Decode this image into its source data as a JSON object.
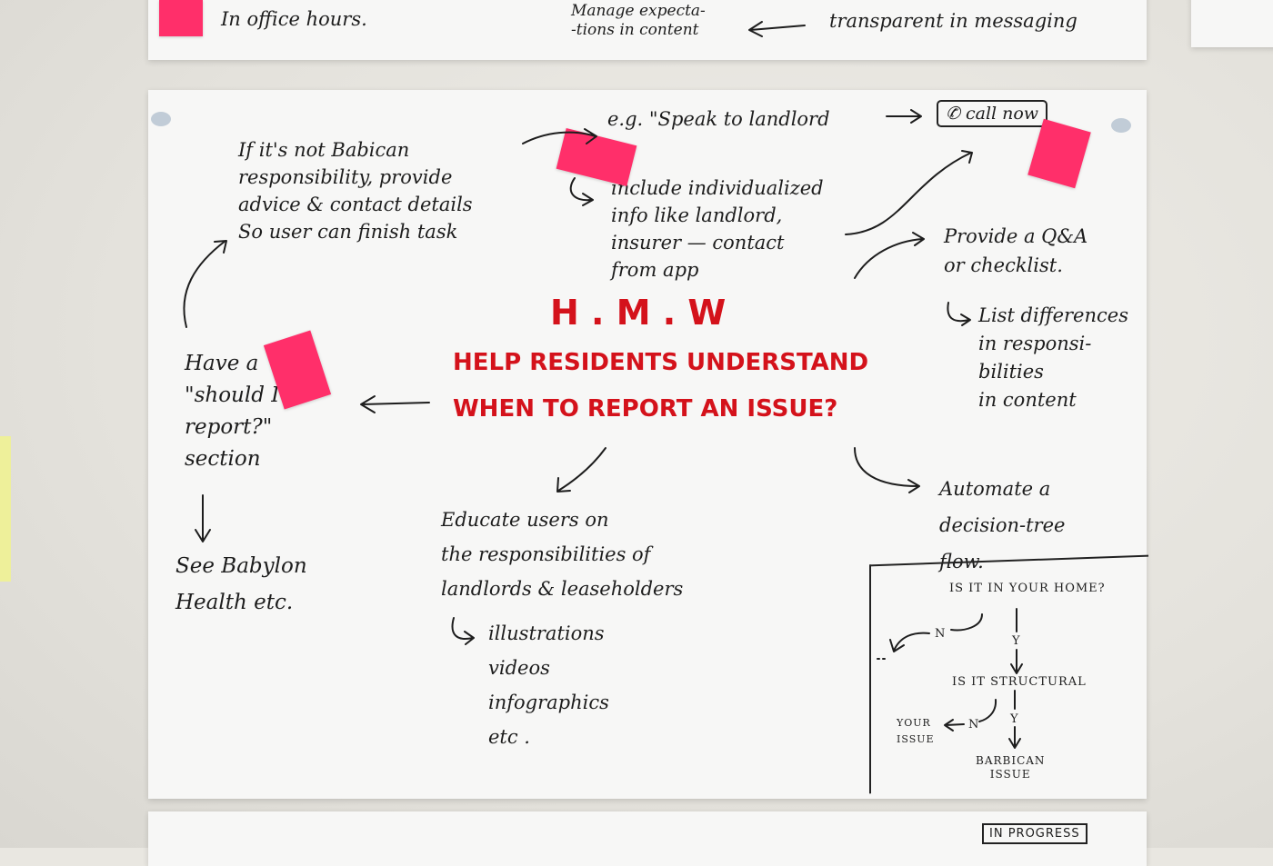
{
  "top_sheet": {
    "left_text": "In office hours.",
    "mid_text": "Manage expecta-\n-tions in content",
    "right_text": "transparent in messaging"
  },
  "hmw": {
    "heading": "H . M . W",
    "question_line1": "HELP RESIDENTS UNDERSTAND",
    "question_line2": "WHEN TO REPORT AN ISSUE?"
  },
  "notes": {
    "babican": "If it's not Babican\nresponsibility, provide\nadvice & contact details\nSo user can finish task",
    "example": "e.g. \"Speak to landlord",
    "call_button": "call now",
    "individualized": "include individualized\ninfo like landlord,\ninsurer — contact\nfrom app",
    "qa": "Provide a Q&A\nor checklist.",
    "differences": "List differences\nin responsi-\nbilities\nin content",
    "should_report": "Have a\n\"should I\nreport?\"\nsection",
    "babylon": "See Babylon\nHealth etc.",
    "educate": "Educate users on\nthe responsibilities of\nlandlords & leaseholders",
    "media": "illustrations\nvideos\ninfographics\netc .",
    "automate": "Automate a\ndecision-tree\nflow."
  },
  "flow": {
    "q1": "IS IT IN YOUR HOME?",
    "n1": "N",
    "y1": "Y",
    "q2": "IS IT STRUCTURAL",
    "n2": "N",
    "y2": "Y",
    "your_issue": "YOUR\nISSUE",
    "barbican_issue": "BARBICAN\nISSUE"
  },
  "bottom_sheet": {
    "status": "IN PROGRESS"
  },
  "colors": {
    "sticky": "#ff2f6a",
    "ink_red": "#d4121b",
    "ink_black": "#1d1d1d",
    "paper": "#f7f7f6"
  }
}
